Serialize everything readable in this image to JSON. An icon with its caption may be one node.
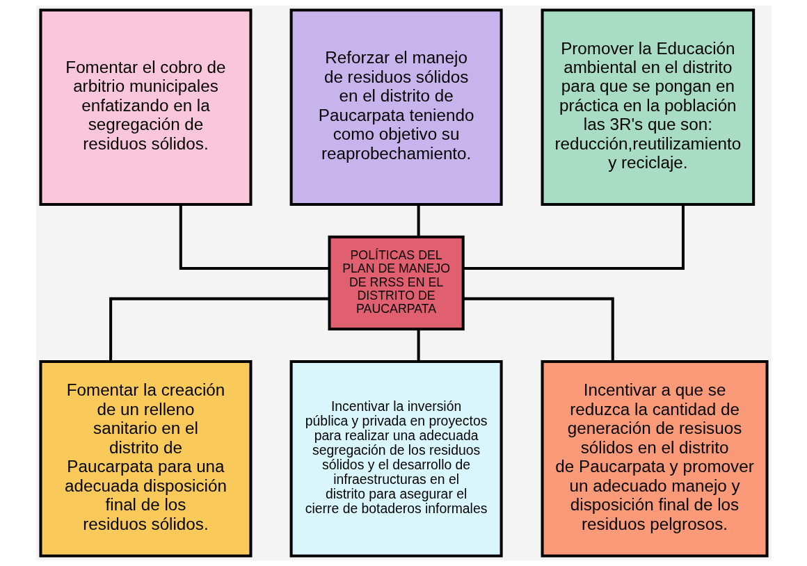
{
  "diagram": {
    "nodes": [
      {
        "text": [
          "Fomentar el cobro de arbitrio municipales enfatizando en la segregación de residuos sólidos."
        ]
      },
      {
        "text": [
          "Reforzar el manejo de residuos sólidos en el distrito de Paucarpata teniendo como objetivo su reaprobechamiento."
        ]
      },
      {
        "text": [
          "Promover la Educación ambiental en el distrito para que se pongan en práctica en la población las 3R's que son: reducción,reutilizamiento y reciclaje."
        ]
      },
      {
        "text": [
          "POLÍTICAS DEL PLAN DE MANEJO DE RRSS EN EL DISTRITO DE PAUCARPATA"
        ]
      },
      {
        "text": [
          "Fomentar la creación de un relleno sanitario en el distrito de Paucarpata para una adecuada disposición final de los residuos sólidos."
        ]
      },
      {
        "text": [
          "Incentivar la inversión pública y privada en proyectos para realizar una adecuada segregación de los residuos sólidos y el desarrollo de infraestructuras en el distrito para asegurar el cierre de botaderos informales"
        ]
      },
      {
        "text": [
          "Incentivar a que se reduzca la cantidad de generación de resisuos sólidos en el distrito de Paucarpata y promover un adecuado manejo y disposición final de los residuos pelgrosos."
        ]
      }
    ],
    "edges": [
      {
        "from": 3,
        "to": 0,
        "arrow": "none"
      },
      {
        "from": 3,
        "to": 1,
        "arrow": "none"
      },
      {
        "from": 3,
        "to": 2,
        "arrow": "none"
      },
      {
        "from": 3,
        "to": 4,
        "arrow": "none"
      },
      {
        "from": 3,
        "to": 5,
        "arrow": "none"
      },
      {
        "from": 3,
        "to": 6,
        "arrow": "none"
      }
    ]
  }
}
